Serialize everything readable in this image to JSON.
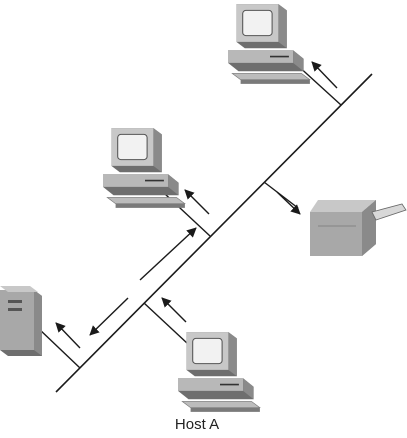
{
  "diagram": {
    "host_label": "Host A",
    "colors": {
      "line": "#1a1a1a",
      "device_light": "#c8c8c8",
      "device_mid": "#a8a8a8",
      "device_dark": "#6e6e6e",
      "screen": "#f2f2f2"
    },
    "nodes": [
      {
        "name": "workstation-top",
        "icon": "computer-icon"
      },
      {
        "name": "workstation-middle",
        "icon": "computer-icon"
      },
      {
        "name": "printer",
        "icon": "printer-icon"
      },
      {
        "name": "server",
        "icon": "server-icon"
      },
      {
        "name": "host-a",
        "icon": "computer-icon"
      }
    ]
  }
}
